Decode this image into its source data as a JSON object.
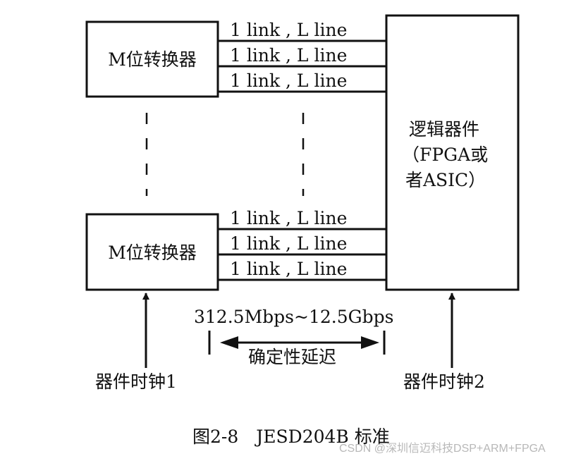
{
  "converter_top": {
    "label": "M位转换器"
  },
  "converter_bottom": {
    "label": "M位转换器"
  },
  "link_labels_top": [
    "1 link , L line",
    "1 link , L line",
    "1 link , L line"
  ],
  "link_labels_bottom": [
    "1 link , L line",
    "1 link , L line",
    "1 link , L line"
  ],
  "logic_device": {
    "line1": "逻辑器件",
    "line2": "（FPGA或",
    "line3": "者ASIC）"
  },
  "rate": "312.5Mbps~12.5Gbps",
  "latency": "确定性延迟",
  "clock1": "器件时钟1",
  "clock2": "器件时钟2",
  "caption": "图2-8　JESD204B 标准",
  "watermark": "CSDN @深圳信迈科技DSP+ARM+FPGA"
}
